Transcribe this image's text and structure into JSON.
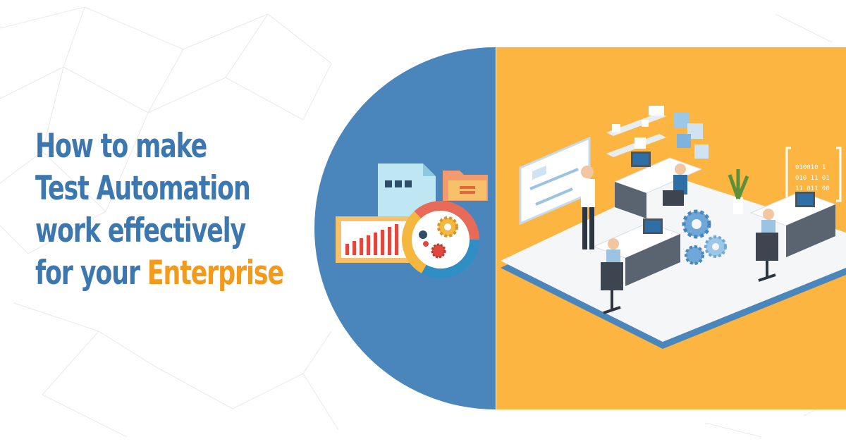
{
  "headline": {
    "line1": "How to make",
    "line2": "Test Automation",
    "line3": "work effectively",
    "line4_prefix": "for your ",
    "line4_accent": "Enterprise"
  },
  "illustration": {
    "binary_lines": [
      "010010 1",
      "010 11 01",
      "11 011 00"
    ]
  },
  "colors": {
    "headline_blue": "#3d77b0",
    "accent_orange": "#f39a1b",
    "circle_blue": "#4a86bb",
    "panel_yellow": "#fbb540",
    "floor_white": "#f4f6f8",
    "floor_edge_blue": "#4a86bb"
  }
}
